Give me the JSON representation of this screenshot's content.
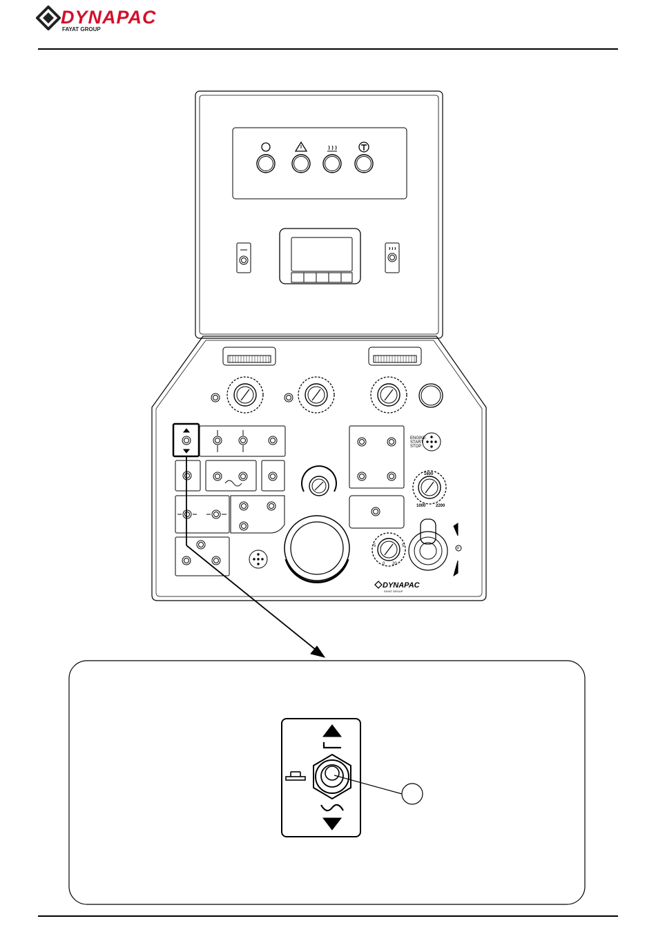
{
  "header": {
    "brand": "DYNAPAC",
    "subbrand": "FAYAT GROUP"
  },
  "panel": {
    "engine_label_1": "ENGINE",
    "engine_label_2": "START",
    "engine_label_3": "STOP",
    "rpm_top": "1600",
    "rpm_left": "1000",
    "rpm_right": "2200",
    "dial_small_left": "5",
    "dial_small_bottom_left": "0",
    "dial_small_bottom_right": "20",
    "dial_small_right": "5",
    "park_label": "P",
    "footer_brand": "DYNAPAC",
    "footer_sub": "FAYAT GROUP"
  },
  "callout": {
    "marker": ""
  },
  "colors": {
    "brand_red": "#d3102a",
    "line": "#000000"
  }
}
